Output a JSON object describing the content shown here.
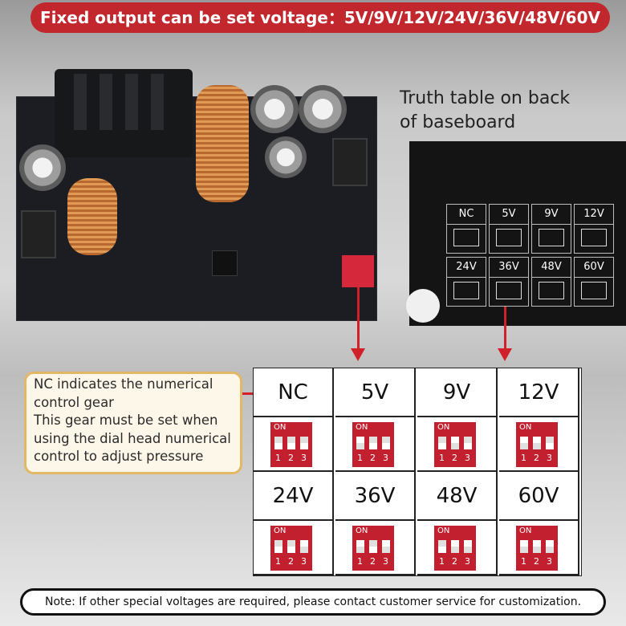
{
  "banner": {
    "text": "Fixed output can be set voltage：5V/9V/12V/24V/36V/48V/60V"
  },
  "truth_table_title": {
    "line1": "Truth table on back",
    "line2": "of baseboard"
  },
  "mini_table": [
    {
      "label": "NC"
    },
    {
      "label": "5V"
    },
    {
      "label": "9V"
    },
    {
      "label": "12V"
    },
    {
      "label": "24V"
    },
    {
      "label": "36V"
    },
    {
      "label": "48V"
    },
    {
      "label": "60V"
    }
  ],
  "note_box": {
    "line1": "NC indicates the numerical",
    "line2": "control gear",
    "line3": "This gear must be set when",
    "line4": "using the dial head numerical",
    "line5": "control to adjust pressure"
  },
  "dip_table": {
    "cells": [
      {
        "label": "NC",
        "switches": [
          "down",
          "down",
          "down"
        ]
      },
      {
        "label": "5V",
        "switches": [
          "up",
          "down",
          "down"
        ]
      },
      {
        "label": "9V",
        "switches": [
          "down",
          "up",
          "down"
        ]
      },
      {
        "label": "12V",
        "switches": [
          "up",
          "up",
          "down"
        ]
      },
      {
        "label": "24V",
        "switches": [
          "down",
          "down",
          "up"
        ]
      },
      {
        "label": "36V",
        "switches": [
          "up",
          "down",
          "up"
        ]
      },
      {
        "label": "48V",
        "switches": [
          "down",
          "up",
          "up"
        ]
      },
      {
        "label": "60V",
        "switches": [
          "up",
          "up",
          "up"
        ]
      }
    ],
    "switch_on_label": "ON",
    "switch_numbers": [
      "1",
      "2",
      "3"
    ]
  },
  "footer": {
    "text": "Note: If other special voltages are required, please contact customer service for customization."
  },
  "colors": {
    "accent": "#c1272d",
    "arrow": "#d0202a",
    "note_border": "#e2b766",
    "dip_red": "#c21f2f"
  }
}
